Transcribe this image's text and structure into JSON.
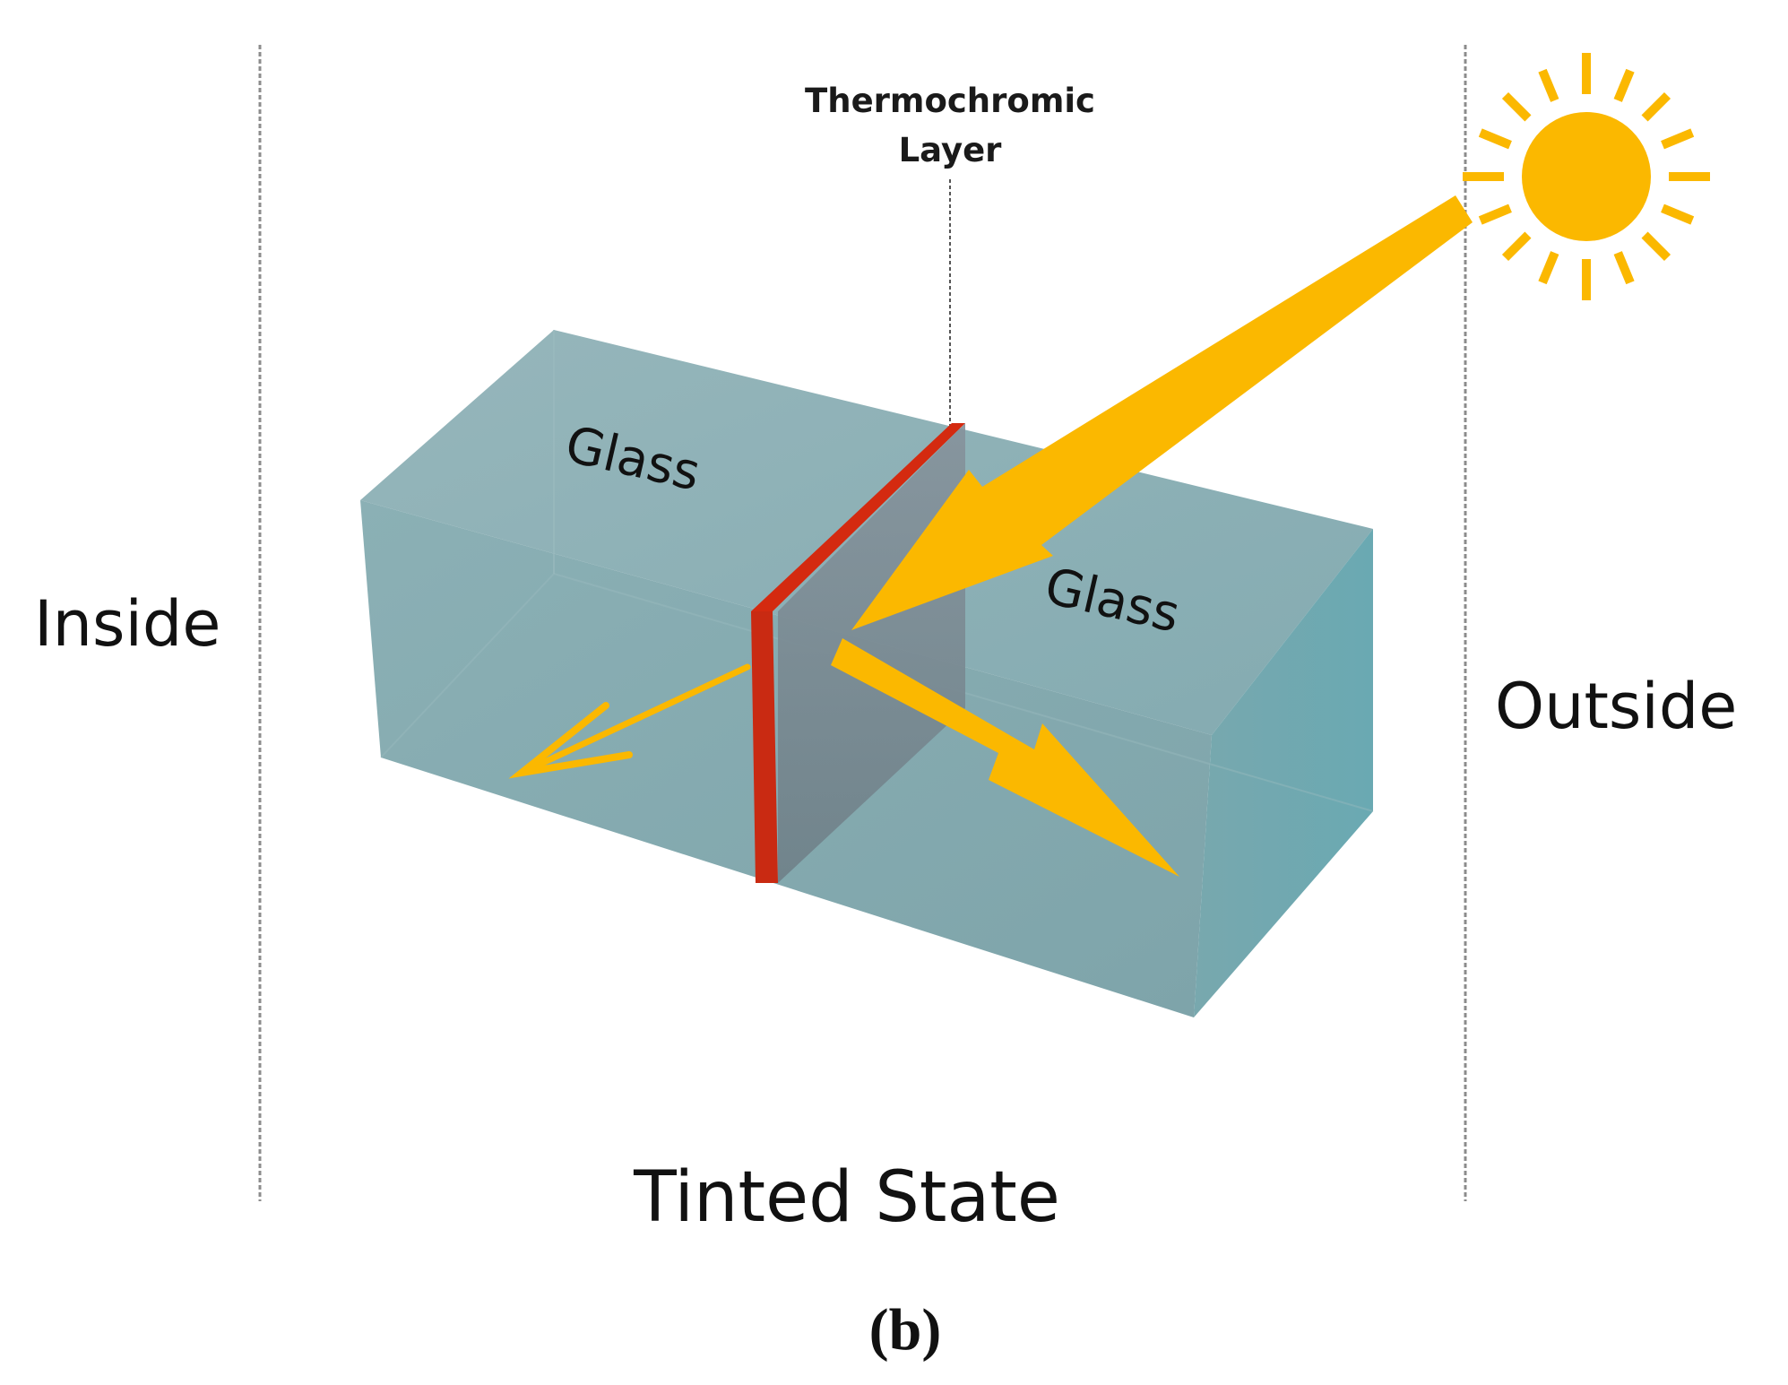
{
  "labels": {
    "inside": "Inside",
    "outside": "Outside",
    "layer_line1": "Thermochromic",
    "layer_line2": "Layer",
    "glass_left": "Glass",
    "glass_right": "Glass",
    "state": "Tinted State",
    "caption": "(b)"
  },
  "colors": {
    "glass_top": "#8fb3b8",
    "glass_front": "#86aeb3",
    "glass_right": "#74a9b0",
    "thermochromic_layer": "#d42a10",
    "layer_face": "#7d8a93",
    "sun_arrow": "#fbb800",
    "boundary_line": "#888888"
  },
  "icons": {
    "sun": "sun-icon"
  }
}
